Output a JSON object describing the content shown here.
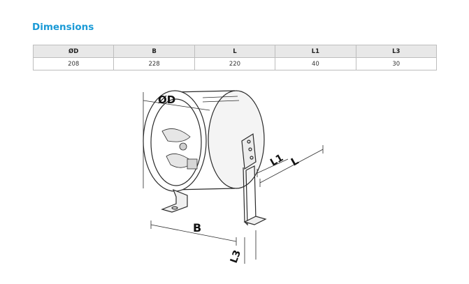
{
  "section": {
    "title": "Dimensions"
  },
  "table": {
    "headers": [
      "ØD",
      "B",
      "L",
      "L1",
      "L3"
    ],
    "rows": [
      [
        "208",
        "228",
        "220",
        "40",
        "30"
      ]
    ]
  },
  "drawing": {
    "labels": {
      "diameter": "ØD",
      "width": "B",
      "length": "L",
      "l1": "L1",
      "l3": "L3"
    }
  }
}
